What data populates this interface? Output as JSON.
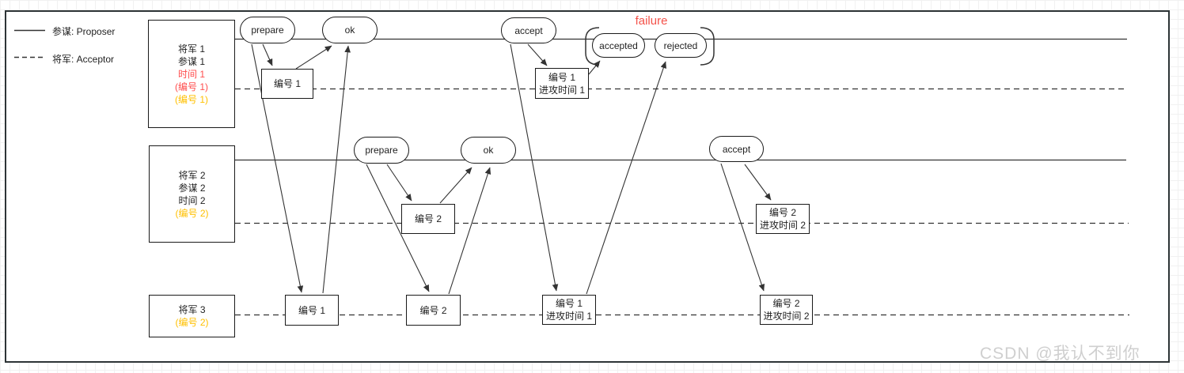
{
  "legend": {
    "proposer_label": "参谋: Proposer",
    "acceptor_label": "将军: Acceptor"
  },
  "generals": {
    "g1": {
      "l1": "将军 1",
      "l2": "参谋 1",
      "l3": "时间 1",
      "l4": "(编号 1)",
      "l5": "(编号 1)"
    },
    "g2": {
      "l1": "将军 2",
      "l2": "参谋 2",
      "l3": "时间 2",
      "l4": "(编号 2)"
    },
    "g3": {
      "l1": "将军 3",
      "l2": "(编号 2)"
    }
  },
  "messages": {
    "prepare1": "prepare",
    "ok1": "ok",
    "accept1": "accept",
    "accepted": "accepted",
    "rejected": "rejected",
    "prepare2": "prepare",
    "ok2": "ok",
    "accept2": "accept"
  },
  "notes": {
    "row1_n1": "编号 1",
    "row1_n1t1_l1": "编号 1",
    "row1_n1t1_l2": "进攻时间 1",
    "row2_n2": "编号 2",
    "row2_n2t2_l1": "编号 2",
    "row2_n2t2_l2": "进攻时间 2",
    "row3_n1": "编号 1",
    "row3_n2": "编号 2",
    "row3_n1t1_l1": "编号 1",
    "row3_n1t1_l2": "进攻时间 1",
    "row3_n2t2_l1": "编号 2",
    "row3_n2t2_l2": "进攻时间 2"
  },
  "annotations": {
    "failure": "failure"
  },
  "watermark": "CSDN @我认不到你",
  "colors": {
    "red": "#ff4d4d",
    "yellow": "#ffc000",
    "failure_red": "#f4524a",
    "watermark_gray": "#cfcfcf",
    "line": "#333333"
  }
}
